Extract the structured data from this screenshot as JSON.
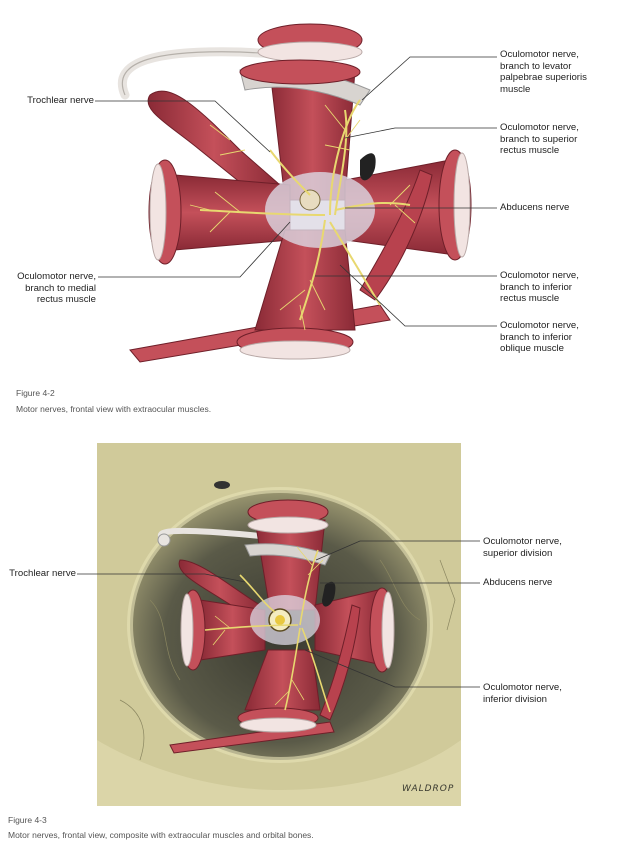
{
  "figure1": {
    "labels": {
      "trochlear": "Trochlear nerve",
      "levator": "Oculomotor nerve,\nbranch to levator\npalpebrae superioris\nmuscle",
      "superior_rectus": "Oculomotor nerve,\nbranch to superior\nrectus muscle",
      "abducens": "Abducens nerve",
      "medial_rectus": "Oculomotor nerve,\nbranch to medial\nrectus muscle",
      "inferior_rectus": "Oculomotor nerve,\nbranch to inferior\nrectus muscle",
      "inferior_oblique": "Oculomotor nerve,\nbranch to inferior\noblique muscle"
    },
    "caption_title": "Figure 4-2",
    "caption_text": "Motor nerves, frontal view with extraocular muscles."
  },
  "figure2": {
    "labels": {
      "trochlear": "Trochlear nerve",
      "superior_division": "Oculomotor nerve,\nsuperior division",
      "abducens": "Abducens nerve",
      "inferior_division": "Oculomotor nerve,\ninferior division"
    },
    "signature": "WALDROP",
    "caption_title": "Figure 4-3",
    "caption_text": "Motor nerves, frontal view, composite with extraocular muscles and orbital bones."
  },
  "colors": {
    "muscle": "#b8424e",
    "muscle_dark": "#8a2a36",
    "tendon": "#f2e4e2",
    "nerve": "#e8d870",
    "bone": "#d8d2a8"
  }
}
